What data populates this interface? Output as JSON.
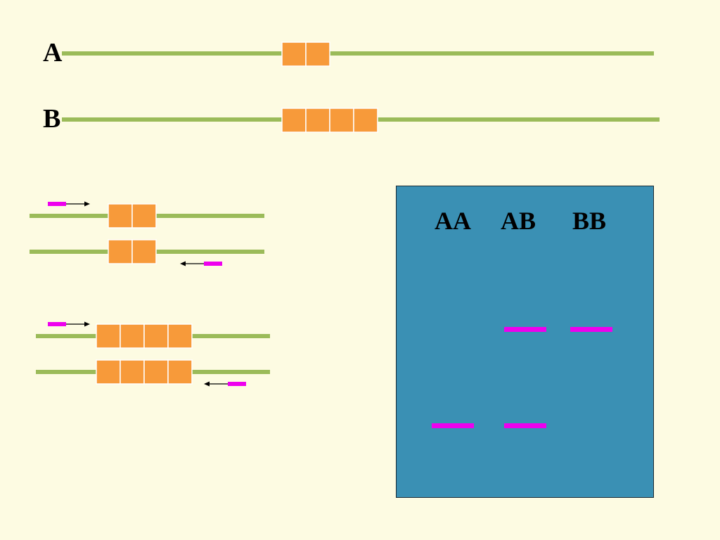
{
  "alleles": [
    {
      "label": "A",
      "repeat_count": 2
    },
    {
      "label": "B",
      "repeat_count": 4
    }
  ],
  "gel": {
    "lanes": [
      {
        "label": "AA",
        "bands": [
          "short"
        ]
      },
      {
        "label": "AB",
        "bands": [
          "long",
          "short"
        ]
      },
      {
        "label": "BB",
        "bands": [
          "long"
        ]
      }
    ]
  },
  "colors": {
    "background": "#fdfbe2",
    "dna_strand": "#9bbb59",
    "repeat_unit": "#f79a3a",
    "primer": "#ee00ee",
    "gel": "#3a90b4",
    "arrow": "#000000"
  }
}
